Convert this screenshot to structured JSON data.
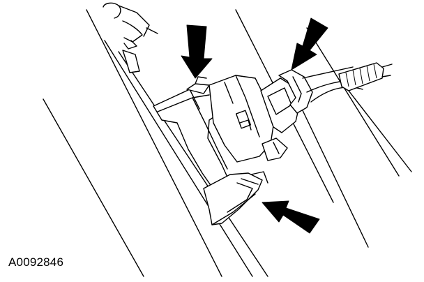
{
  "figure": {
    "reference_code": "A0092846",
    "background": "#ffffff",
    "ink": "#000000"
  },
  "callouts": [
    {
      "name": "callout-arrow-top-left",
      "points_to": "connector-latch-top"
    },
    {
      "name": "callout-arrow-top-right",
      "points_to": "wire-connector-plug"
    },
    {
      "name": "callout-arrow-bottom-right",
      "points_to": "retaining-clip-bottom"
    }
  ]
}
